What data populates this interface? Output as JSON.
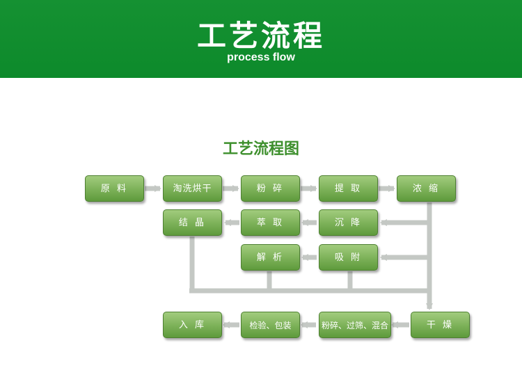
{
  "banner": {
    "title": "工艺流程",
    "subtitle": "process flow"
  },
  "diagram": {
    "title": "工艺流程图",
    "nodes": {
      "raw": "原 料",
      "wash": "淘洗烘干",
      "grind": "粉 碎",
      "extract": "提 取",
      "concentrate": "浓 缩",
      "crystal": "结 晶",
      "purify": "萃 取",
      "precipitate": "沉 降",
      "analyze": "解 析",
      "adsorb": "吸 附",
      "store": "入 库",
      "inspect": "检验、包装",
      "mix": "粉碎、过筛、混合",
      "dry": "干 燥"
    },
    "colors": {
      "node_fill": "#7fb35b",
      "connector": "#c4c8c4",
      "title": "#3d8f2c",
      "banner": "#0d8a2b"
    }
  }
}
